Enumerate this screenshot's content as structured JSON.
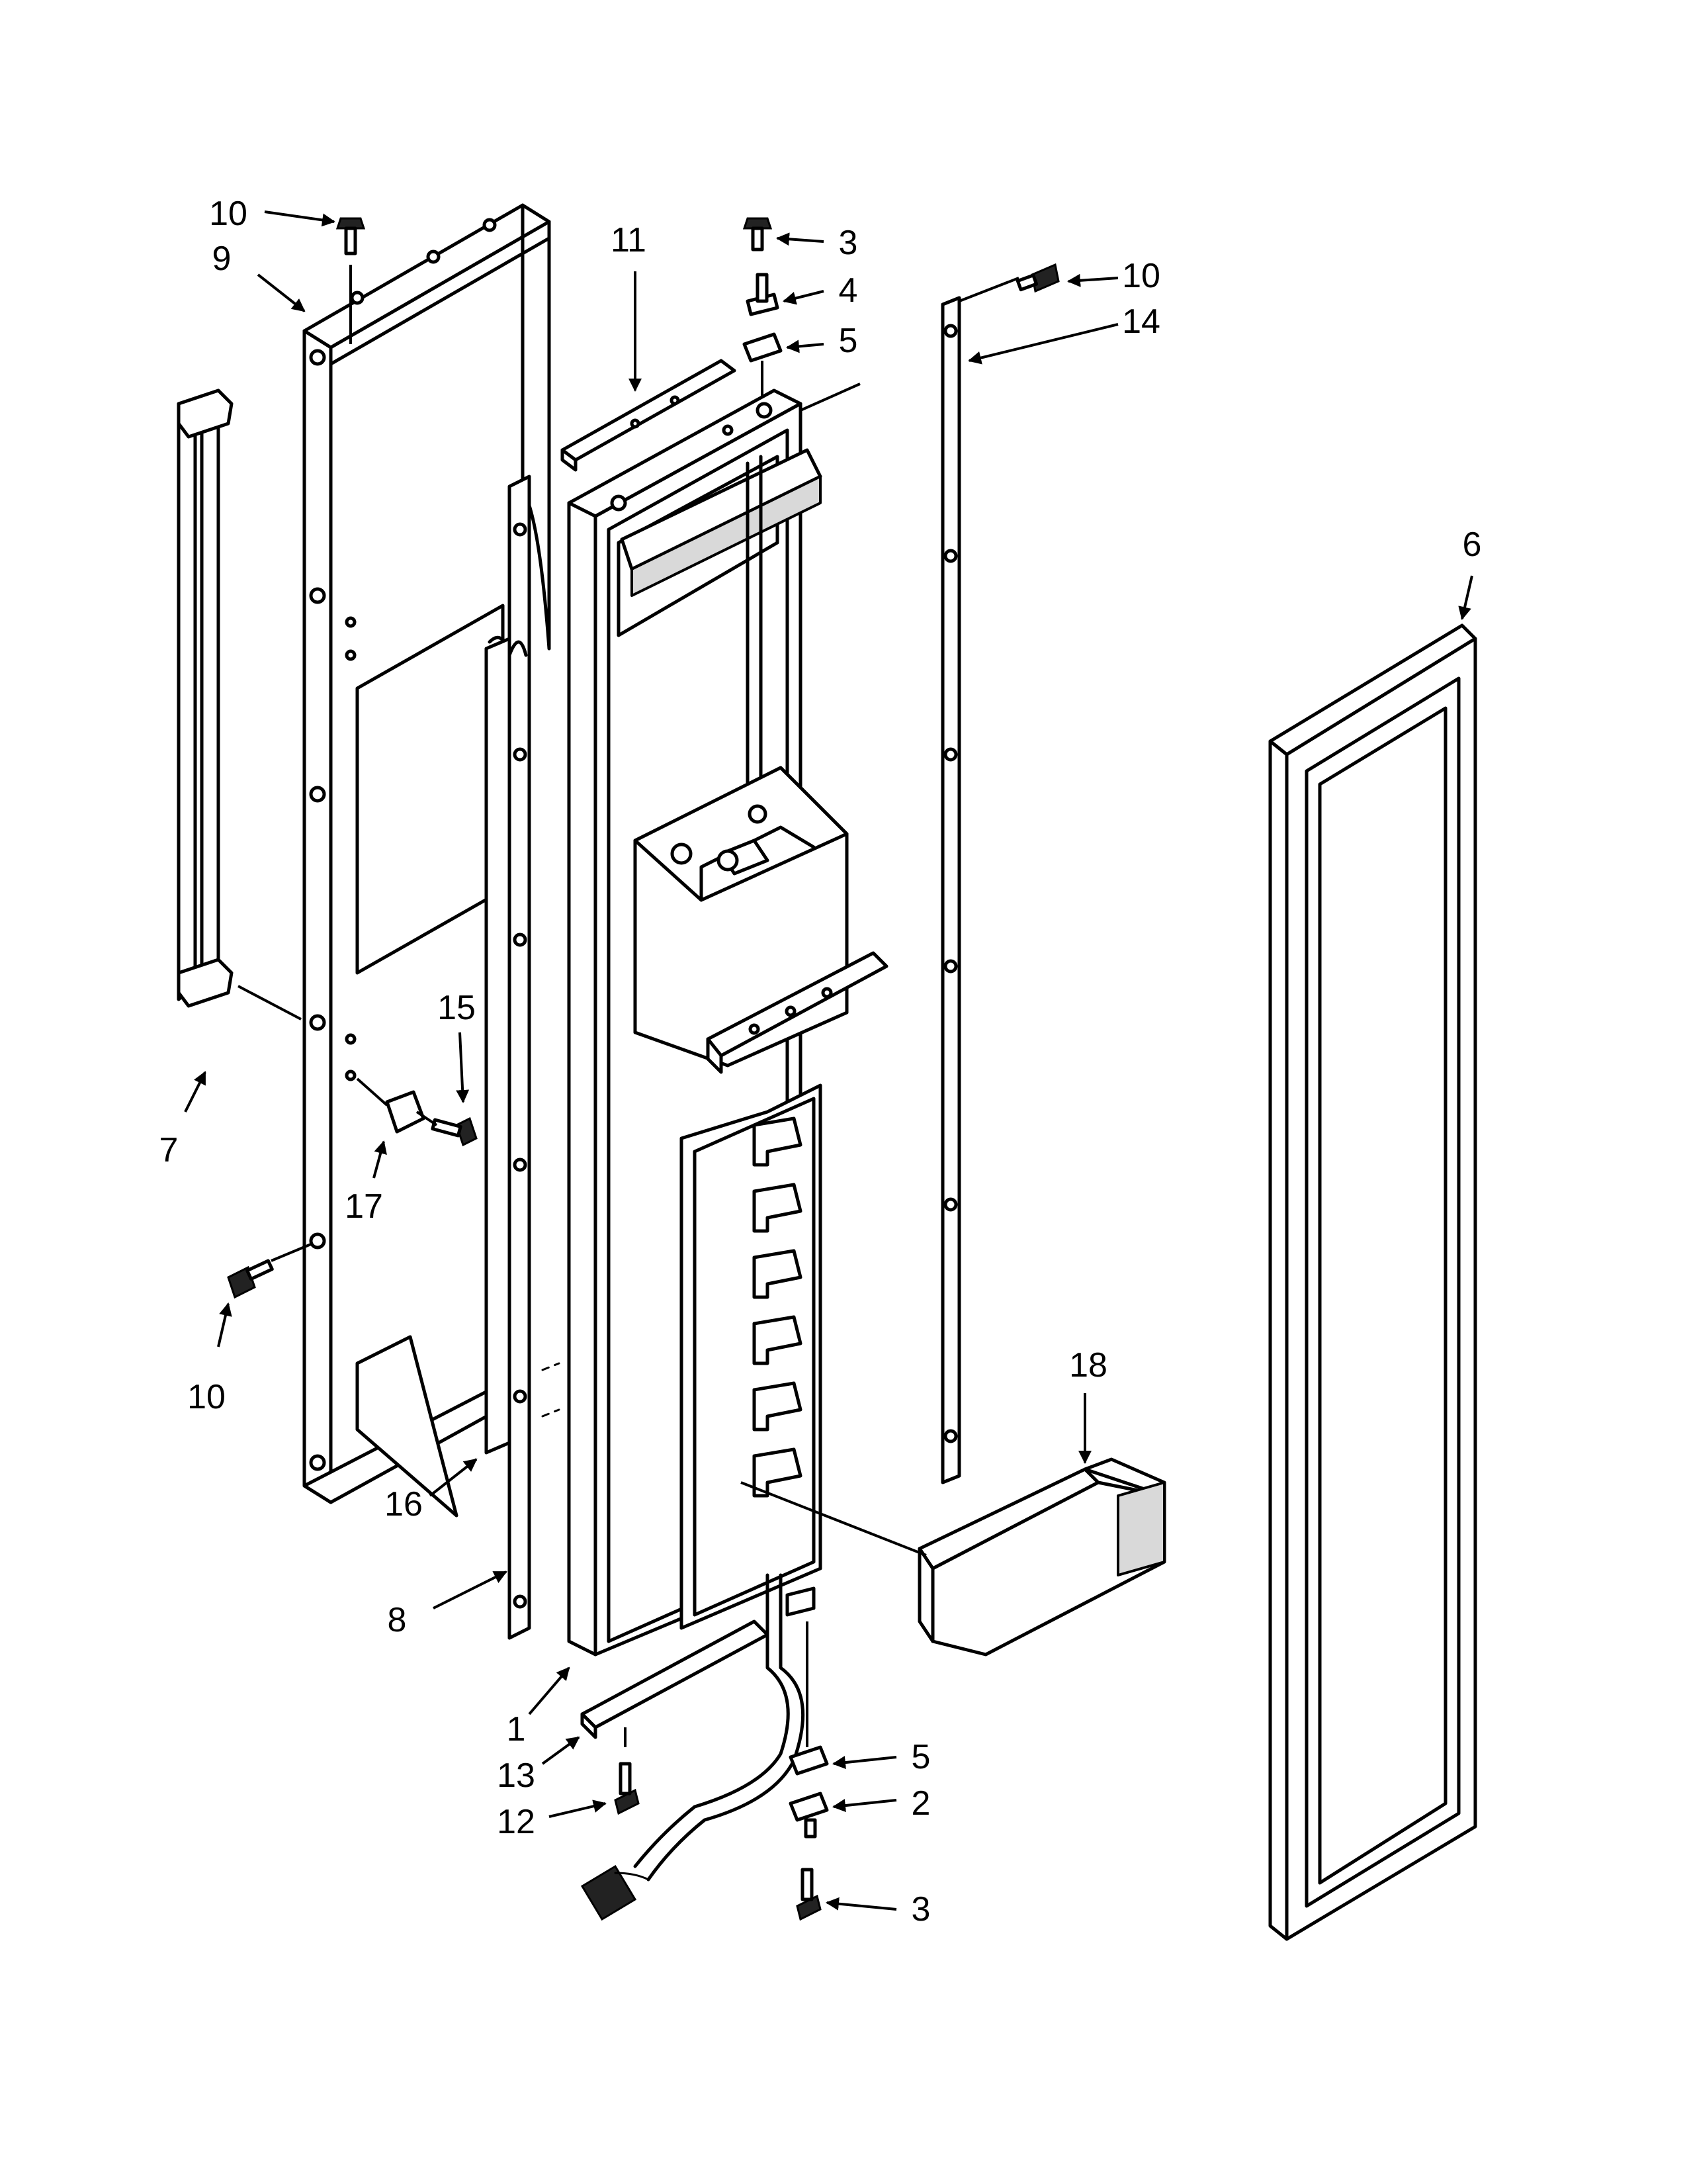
{
  "diagram": {
    "callouts": {
      "c10_top": "10",
      "c9": "9",
      "c11": "11",
      "c3_top": "3",
      "c4": "4",
      "c5_top": "5",
      "c10_right": "10",
      "c14": "14",
      "c6": "6",
      "c7": "7",
      "c15": "15",
      "c17": "17",
      "c10_left": "10",
      "c16": "16",
      "c8": "8",
      "c18": "18",
      "c1": "1",
      "c13": "13",
      "c12": "12",
      "c5_bottom": "5",
      "c2": "2",
      "c3_bottom": "3"
    }
  }
}
